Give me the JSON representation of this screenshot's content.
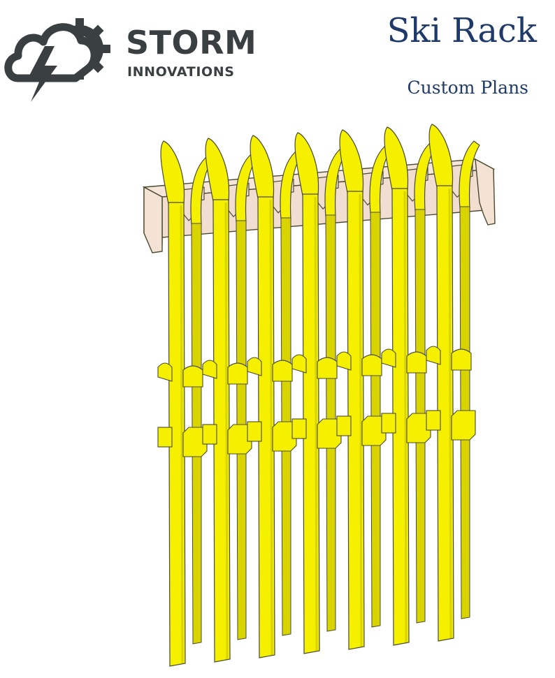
{
  "header": {
    "brand_name": "STORM",
    "brand_sub": "INNOVATIONS",
    "logo_icon": "storm-cloud-gear-lightning-icon",
    "title": "Ski Rack",
    "subtitle": "Custom Plans"
  },
  "illustration": {
    "subject": "ski-rack-with-skis",
    "ski_count": 7,
    "colors": {
      "ski": "#f4f000",
      "ski_shade": "#d9d400",
      "outline": "#4a4a30",
      "bracket": "#f2ded0",
      "bracket_shade": "#e0c6b6",
      "logo": "#3a3f41",
      "title": "#1f3a68"
    }
  }
}
